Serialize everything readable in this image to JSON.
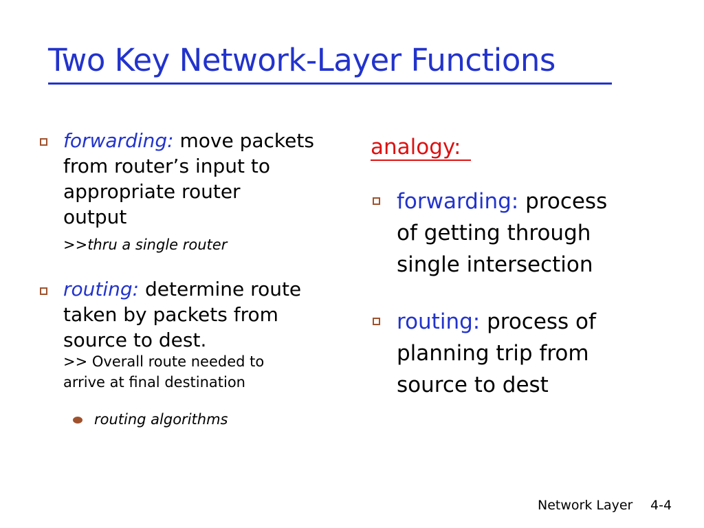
{
  "title": "Two Key Network-Layer Functions",
  "left": {
    "forwarding": {
      "keyword": "forwarding:",
      "text_line1": "move packets",
      "text_line2": "from router’s input to",
      "text_line3": "appropriate router",
      "text_line4": "output",
      "note": ">>thru a single router"
    },
    "routing": {
      "keyword": "routing:",
      "text_line1": "determine route",
      "text_line2": "taken by packets from",
      "text_line3": "source to dest.",
      "note_line1": ">> Overall route needed to",
      "note_line2": "arrive at final destination",
      "sub_bullet": "routing algorithms"
    }
  },
  "right": {
    "analogy_label": "analogy:",
    "forwarding": {
      "keyword": "forwarding:",
      "text_line1": "process",
      "text_line2": "of getting through",
      "text_line3": "single intersection"
    },
    "routing": {
      "keyword": "routing:",
      "text_line1": "process of",
      "text_line2": "planning trip from",
      "text_line3": "source to dest"
    }
  },
  "footer": {
    "section": "Network Layer",
    "page": "4-4"
  },
  "colors": {
    "title": "#2233cc",
    "keyword": "#2233cc",
    "analogy": "#dd1111",
    "bullet": "#a0522d"
  },
  "icons": {
    "square_bullet": "hollow-square-bullet-icon",
    "round_bullet": "round-bullet-icon"
  }
}
